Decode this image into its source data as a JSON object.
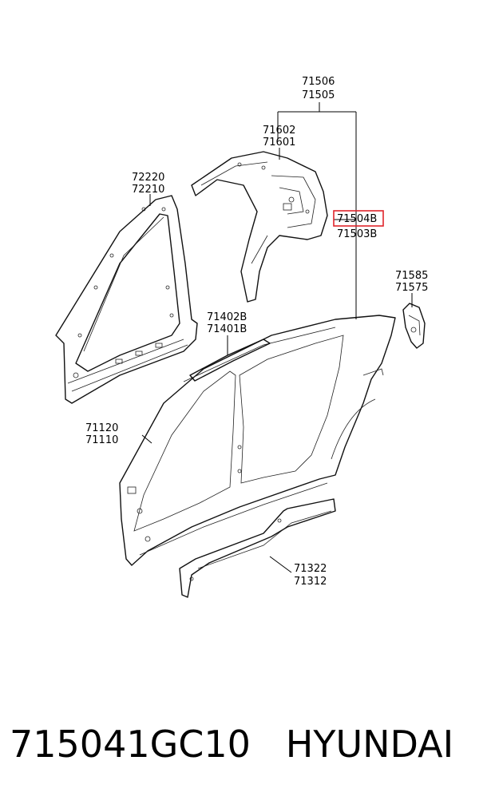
{
  "labels": {
    "l71506": "71506",
    "l71505": "71505",
    "l71602": "71602",
    "l71601": "71601",
    "l72220": "72220",
    "l72210": "72210",
    "l71504B": "71504B",
    "l71503B": "71503B",
    "l71585": "71585",
    "l71575": "71575",
    "l71402B": "71402B",
    "l71401B": "71401B",
    "l71120": "71120",
    "l71110": "71110",
    "l71322": "71322",
    "l71312": "71312"
  },
  "highlight_color": "#e0242b",
  "caption": {
    "part_number": "715041GC10",
    "brand": "HYUNDAI"
  }
}
